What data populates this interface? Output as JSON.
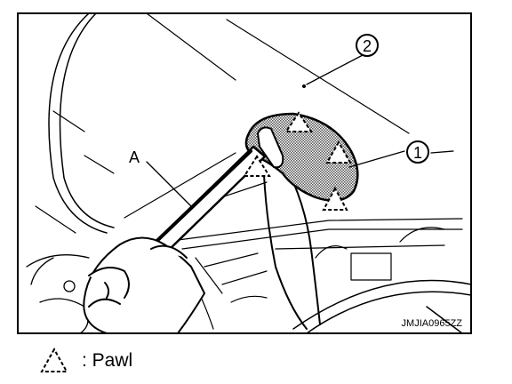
{
  "figure": {
    "callout_2": "2",
    "callout_1": "1",
    "label_a": "A",
    "code": "JMJIA0965ZZ"
  },
  "legend": {
    "symbol": "pawl-triangle-icon",
    "text": ": Pawl"
  },
  "colors": {
    "line": "#000000",
    "background": "#ffffff",
    "hatch": "#555555"
  }
}
